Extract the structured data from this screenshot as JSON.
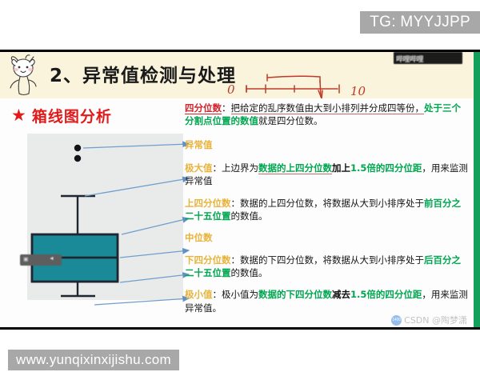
{
  "watermarks": {
    "top_right": "TG: MYYJJPP",
    "bottom_left": "www.yunqixinxijishu.com",
    "csdn": "CSDN @陶梦潇",
    "csdn_badge": "1400",
    "bilibili_badge": "哔哩哔哩"
  },
  "slide": {
    "title": "2、异常值检测与处理",
    "section": {
      "star_icon": "★",
      "title": "箱线图分析"
    },
    "sketch": {
      "left_label": "0",
      "right_label": "10"
    }
  },
  "definitions": {
    "quartile": {
      "term": "四分位数",
      "colon": "：",
      "part1": "把给定的乱序数值由大到小排列并分成四等份，",
      "highlight": "处于三个分割点位置的数值",
      "part2": "就是四分位数。"
    },
    "outlier": {
      "term": "异常值"
    },
    "max": {
      "term": "极大值",
      "colon": "：",
      "part1": "上边界为",
      "highlight1": "数据的上四分位数",
      "bold": "加上",
      "highlight2": "1.5倍的四分位距",
      "part2": "，用来监测异常值"
    },
    "upper_quartile": {
      "term": "上四分位数",
      "colon": "：",
      "part1": "数据的上四分位数，将数据从大到小排序处于",
      "highlight": "前百分之二十五位置",
      "part2": "的数值。"
    },
    "median": {
      "term": "中位数"
    },
    "lower_quartile": {
      "term": "下四分位数",
      "colon": "：",
      "part1": "数据的下四分位数，将数据从大到小排序处于",
      "highlight": "后百分之二十五位置",
      "part2": "的数值。"
    },
    "min": {
      "term": "极小值",
      "colon": "：",
      "part1": "极小值为",
      "highlight1": "数据的下四分位数",
      "bold": "减去",
      "highlight2": "1.5倍的四分位距",
      "part2": "，用来监测异常值。"
    }
  },
  "chart_data": {
    "type": "box",
    "title": "箱线图分析",
    "orientation": "vertical",
    "series": [
      {
        "name": "box",
        "min_whisker": 2,
        "q1": 25,
        "median": 50,
        "q3": 75,
        "max_whisker": 98,
        "outliers": [
          115,
          122
        ]
      }
    ],
    "annotations": [
      "异常值",
      "极大值",
      "上四分位数",
      "中位数",
      "下四分位数",
      "极小值"
    ],
    "colors": {
      "box_fill": "#1a8a99",
      "box_edge": "#1f2630",
      "panel": "#e9eaea",
      "arrow": "#5f92c4"
    },
    "grid": false,
    "legend": "none"
  },
  "colors": {
    "term": "#e8b33a",
    "quartile_term": "#d3222a",
    "green": "#00a650",
    "red": "#e01b1b",
    "teal": "#1a8a99",
    "cream": "#faf4dc",
    "green_edge": "#12a05a"
  }
}
